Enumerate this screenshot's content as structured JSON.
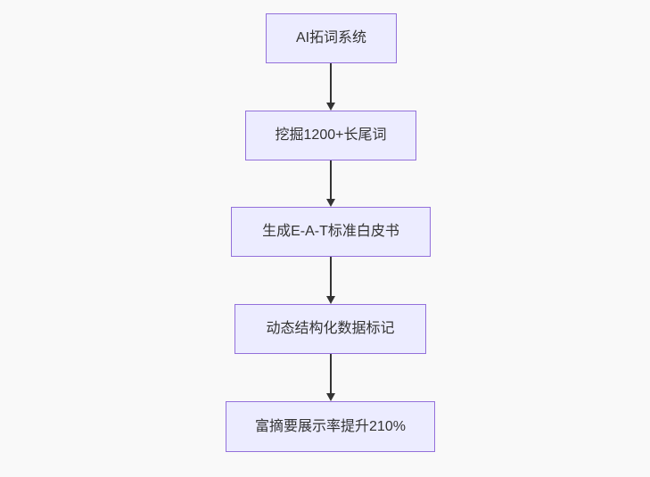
{
  "diagram": {
    "type": "flowchart",
    "direction": "top-down",
    "nodes": [
      {
        "id": "n0",
        "label": "AI拓词系统"
      },
      {
        "id": "n1",
        "label": "挖掘1200+长尾词"
      },
      {
        "id": "n2",
        "label": "生成E-A-T标准白皮书"
      },
      {
        "id": "n3",
        "label": "动态结构化数据标记"
      },
      {
        "id": "n4",
        "label": "富摘要展示率提升210%"
      }
    ],
    "edges": [
      {
        "from": "n0",
        "to": "n1"
      },
      {
        "from": "n1",
        "to": "n2"
      },
      {
        "from": "n2",
        "to": "n3"
      },
      {
        "from": "n3",
        "to": "n4"
      }
    ],
    "colors": {
      "node_fill": "#ECECFF",
      "node_border": "#9370DB",
      "arrow": "#333333",
      "text": "#333333",
      "background": "#f9f9f9"
    }
  }
}
